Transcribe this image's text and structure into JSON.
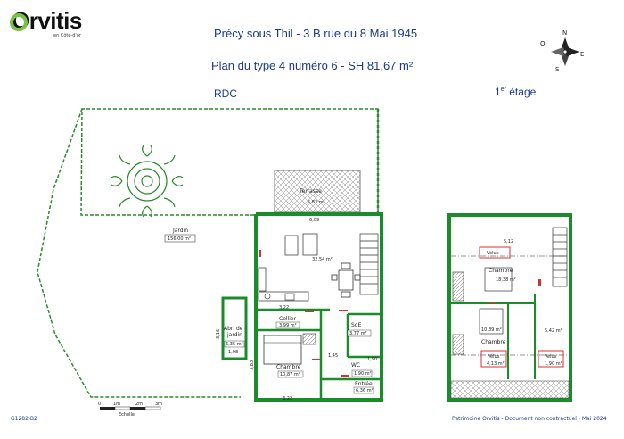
{
  "header": {
    "logo_text": "Orvitis",
    "logo_sub": "en Côte-d'or",
    "title_line1": "Précy sous Thil - 3 B rue du 8 Mai 1945",
    "title_line2": "Plan du type 4 numéro 6 - SH 81,67 m²"
  },
  "levels": {
    "ground": "RDC",
    "first_num": "1",
    "first_sup": "er",
    "first_rest": " étage"
  },
  "compass": {
    "n": "N",
    "s": "S",
    "e": "E",
    "o": "O"
  },
  "rooms_ground": {
    "terrasse": "Terrasse",
    "terrasse_area": "5,82 m²",
    "jardin": "Jardin",
    "jardin_area": "156,00 m²",
    "sejour_area": "32,54 m²",
    "cellier": "Cellier",
    "cellier_area": "3,99 m²",
    "sde": "SdE",
    "sde_area": "3,77 m²",
    "chambre": "Chambre",
    "chambre_area": "10,87 m²",
    "wc": "WC",
    "wc_area": "1,90 m²",
    "entree": "Entrée",
    "entree_area": "6,36 m²",
    "abri_line1": "Abri de",
    "abri_line2": "jardin",
    "abri_area": "6,35 m²"
  },
  "dims_ground": {
    "d609": "6,09",
    "d322a": "3,22",
    "d322b": "3,22",
    "d145": "1,45",
    "d190": "1,90",
    "d383": "3,83",
    "d198": "1,98",
    "d316": "3,16"
  },
  "rooms_first": {
    "velux_top": "Vélux",
    "chambre1": "Chambre",
    "chambre1_area": "18,38 m²",
    "chambre2": "Chambre",
    "chambre2_area": "10,89 m²",
    "small_area": "5,42 m²",
    "velux_bl": "Vélux",
    "velux_bl_area": "4,13 m²",
    "velux_br": "Vélux",
    "velux_br_area": "1,90 m²"
  },
  "dims_first": {
    "d512": "5,12"
  },
  "scale": {
    "s0": "0",
    "s1": "1m",
    "s2": "2m",
    "s3": "3m",
    "label": "Echelle"
  },
  "footer": {
    "ref": "G1282-B2",
    "note": "Patrimoine Orvitis - Document non contractuel - Mai 2024"
  },
  "colors": {
    "wall": "#1a8c2a",
    "red": "#d63030",
    "blue": "#1a3a8a",
    "logo_ring": "#7cc242"
  }
}
